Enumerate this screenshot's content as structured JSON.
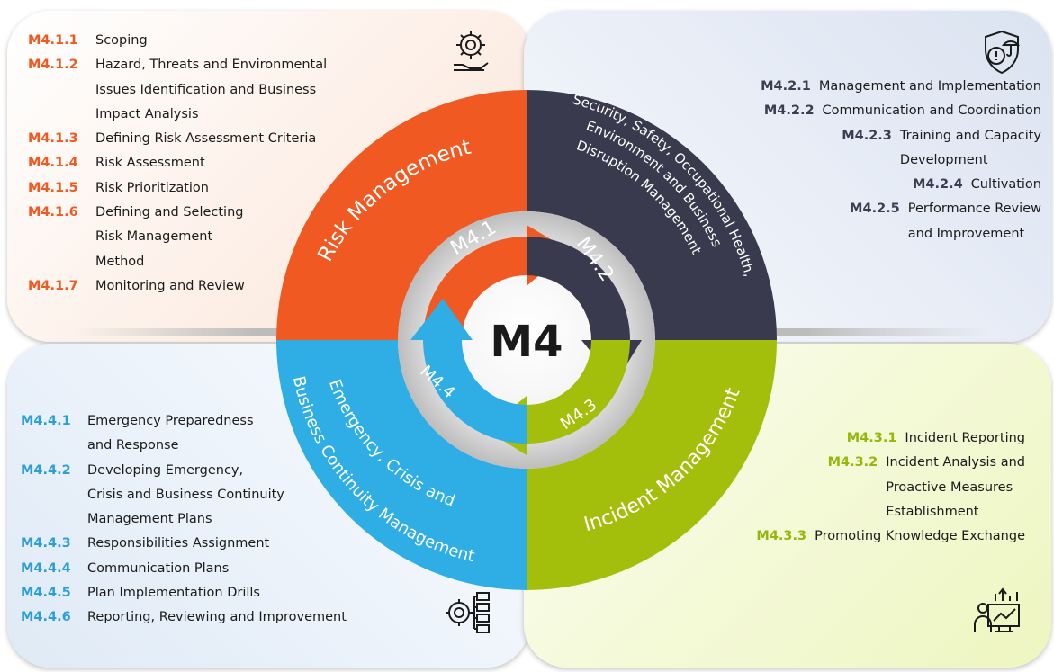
{
  "center_label": "M4",
  "colors": {
    "risk": "#f05a22",
    "security": "#3a3a4e",
    "incident": "#a3bf0b",
    "emergency": "#2eaee5"
  },
  "quadrants": {
    "risk": {
      "title": "Risk Management",
      "arrow_label": "M4.1",
      "icon": "gear-hand-icon",
      "items": [
        {
          "code": "M4.1.1",
          "lines": [
            "Scoping"
          ]
        },
        {
          "code": "M4.1.2",
          "lines": [
            "Hazard, Threats and Environmental",
            "Issues Identification and Business",
            "Impact Analysis"
          ]
        },
        {
          "code": "M4.1.3",
          "lines": [
            "Defining Risk Assessment Criteria"
          ]
        },
        {
          "code": "M4.1.4",
          "lines": [
            "Risk Assessment"
          ]
        },
        {
          "code": "M4.1.5",
          "lines": [
            "Risk Prioritization"
          ]
        },
        {
          "code": "M4.1.6",
          "lines": [
            "Defining and Selecting",
            "Risk Management",
            "Method"
          ]
        },
        {
          "code": "M4.1.7",
          "lines": [
            "Monitoring and Review"
          ]
        }
      ]
    },
    "security": {
      "title_lines": [
        "Security, Safety, Occupational Health,",
        "Environment and Business",
        "Disruption Management"
      ],
      "arrow_label": "M4.2",
      "icon": "shield-umbrella-icon",
      "items": [
        {
          "code": "M4.2.1",
          "lines": [
            "Management and Implementation"
          ]
        },
        {
          "code": "M4.2.2",
          "lines": [
            "Communication and Coordination"
          ]
        },
        {
          "code": "M4.2.3",
          "lines": [
            "Training and Capacity",
            "Development"
          ]
        },
        {
          "code": "M4.2.4",
          "lines": [
            "Cultivation"
          ]
        },
        {
          "code": "M4.2.5",
          "lines": [
            "Performance Review",
            "and Improvement"
          ]
        }
      ]
    },
    "incident": {
      "title": "Incident Management",
      "arrow_label": "M4.3",
      "icon": "analytics-person-icon",
      "items": [
        {
          "code": "M4.3.1",
          "lines": [
            "Incident Reporting"
          ]
        },
        {
          "code": "M4.3.2",
          "lines": [
            "Incident Analysis and",
            "Proactive Measures",
            "Establishment"
          ]
        },
        {
          "code": "M4.3.3",
          "lines": [
            "Promoting Knowledge Exchange"
          ]
        }
      ]
    },
    "emergency": {
      "title_lines": [
        "Emergency, Crisis and",
        "Business Continuity Management"
      ],
      "arrow_label": "M4.4",
      "icon": "gear-flowchart-icon",
      "items": [
        {
          "code": "M4.4.1",
          "lines": [
            "Emergency Preparedness",
            "and Response"
          ]
        },
        {
          "code": "M4.4.2",
          "lines": [
            "Developing Emergency,",
            "Crisis and Business Continuity",
            "Management Plans"
          ]
        },
        {
          "code": "M4.4.3",
          "lines": [
            "Responsibilities Assignment"
          ]
        },
        {
          "code": "M4.4.4",
          "lines": [
            "Communication Plans"
          ]
        },
        {
          "code": "M4.4.5",
          "lines": [
            "Plan Implementation Drills"
          ]
        },
        {
          "code": "M4.4.6",
          "lines": [
            "Reporting, Reviewing and Improvement"
          ]
        }
      ]
    }
  }
}
